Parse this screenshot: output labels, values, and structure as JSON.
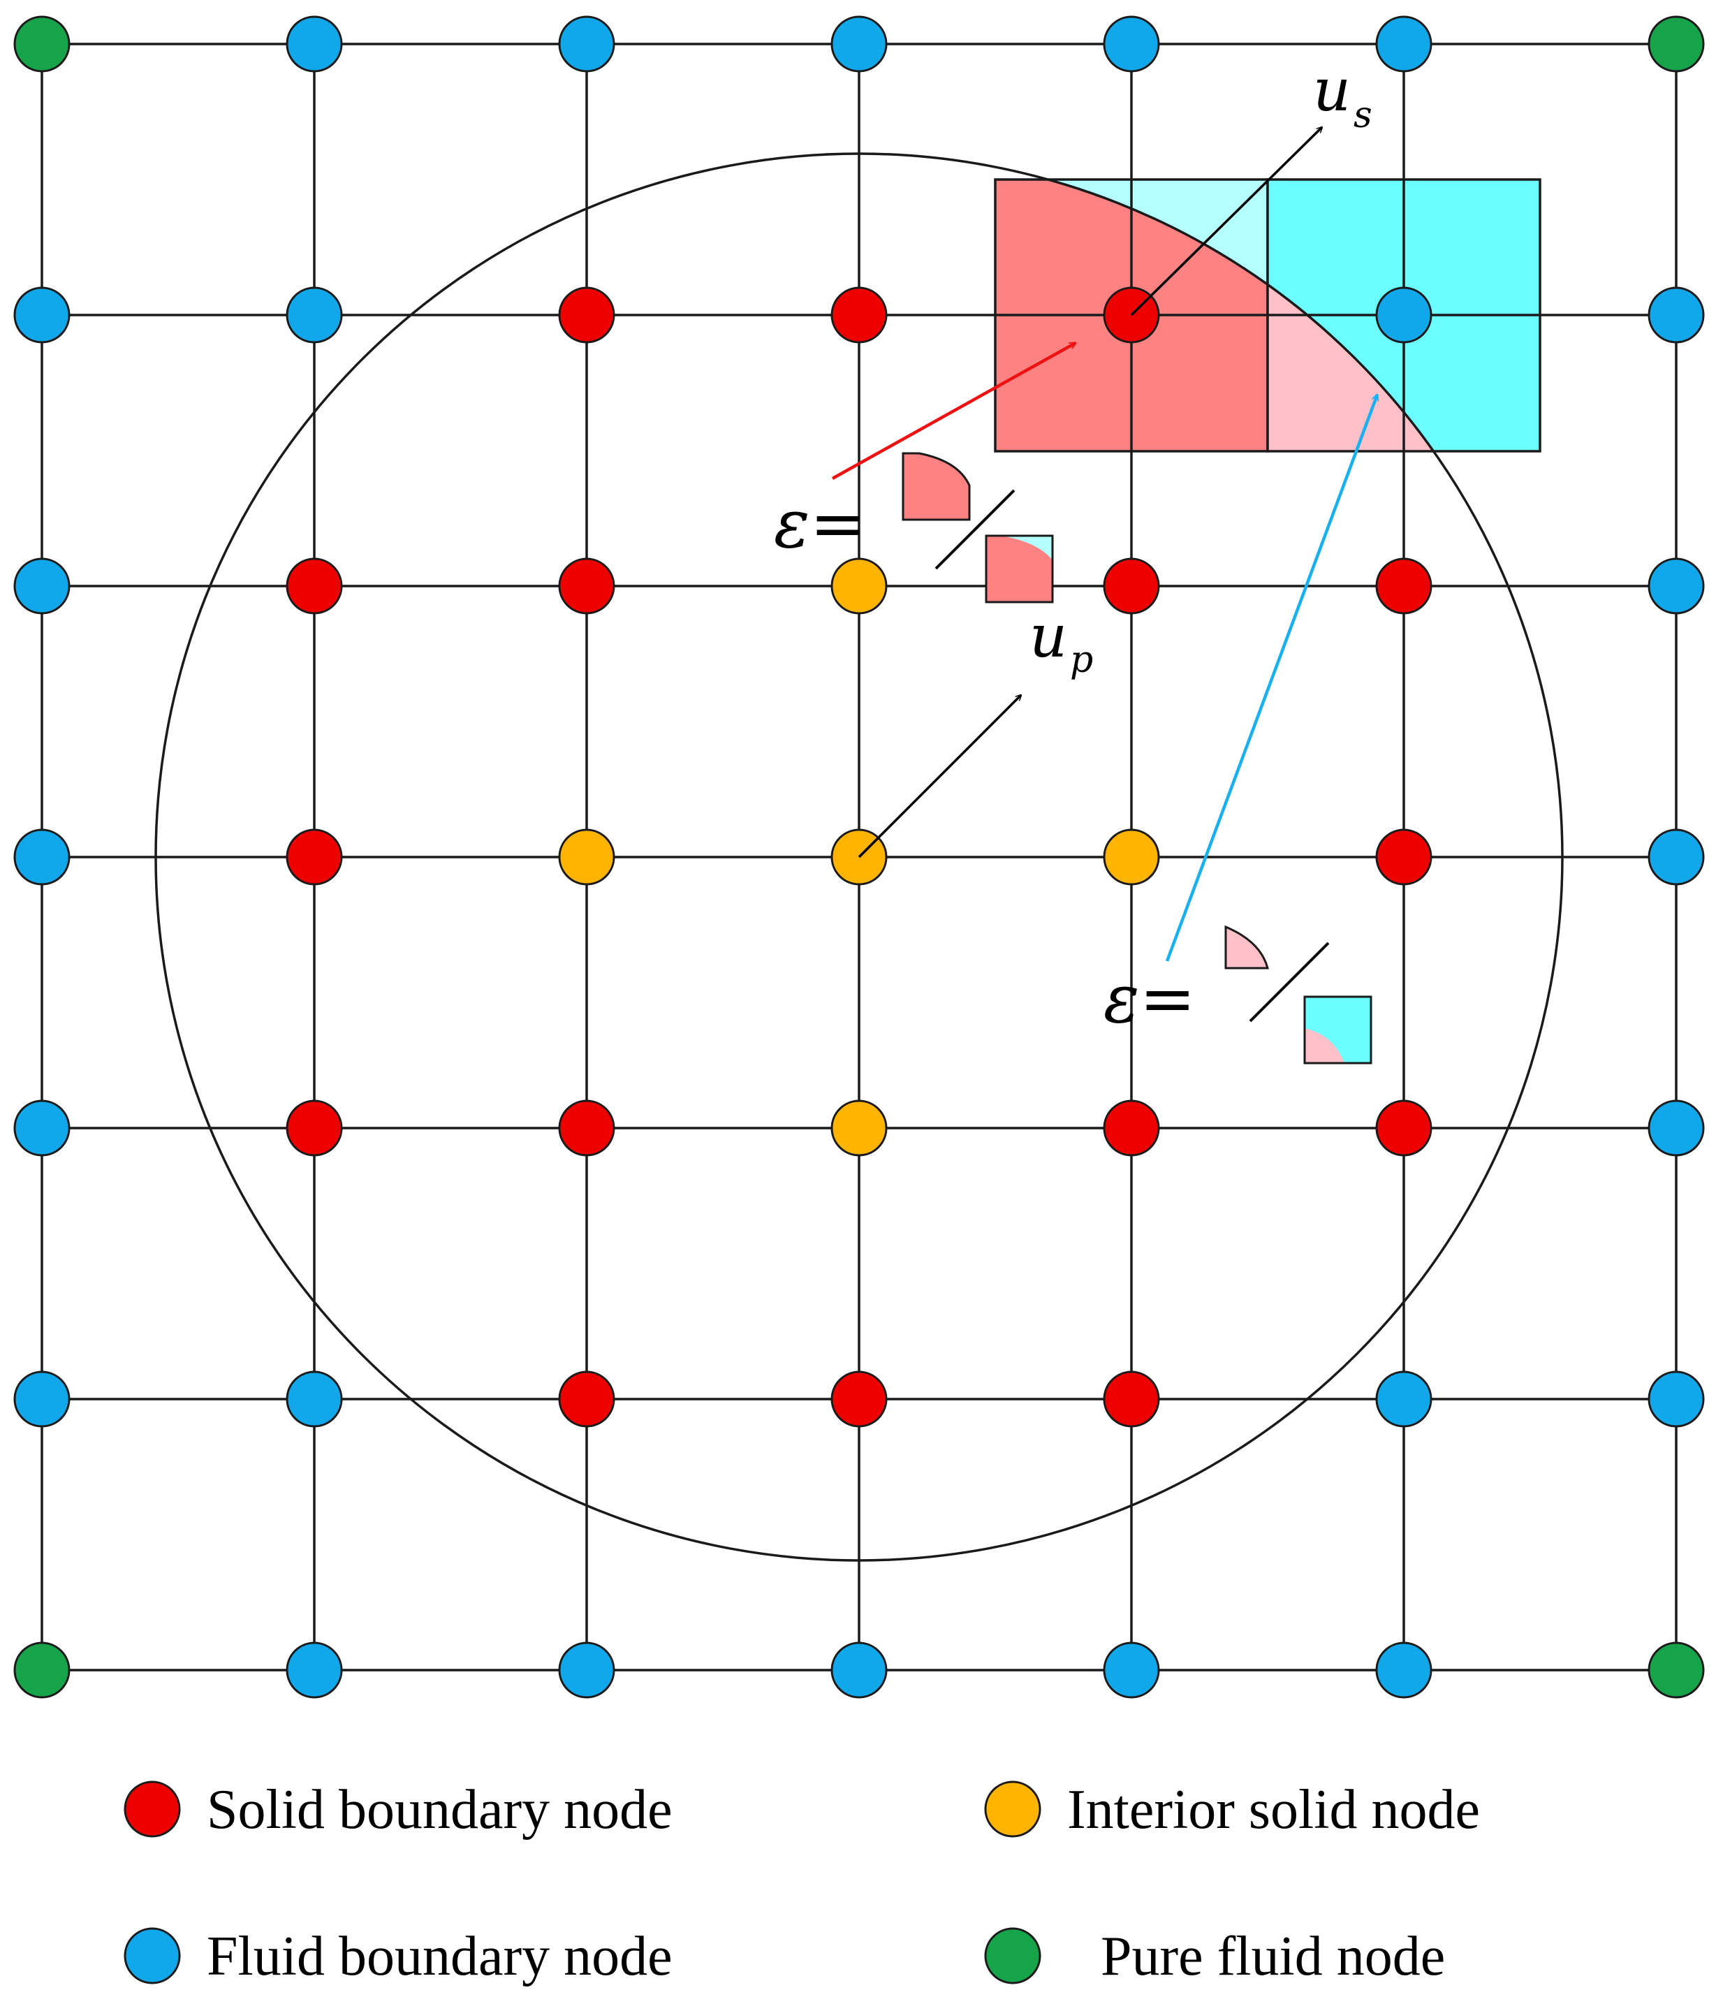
{
  "colors": {
    "solid_boundary": "#ee0000",
    "interior_solid": "#ffb400",
    "fluid_boundary": "#10a8ea",
    "pure_fluid": "#16a34a",
    "solid_cell": "#ff8282",
    "solid_cell_light": "#ffc0c8",
    "fluid_cell": "#6cffff",
    "fluid_cell_light": "#b4ffff",
    "red_arrow": "#ee1111",
    "blue_arrow": "#18b0ee"
  },
  "grid": {
    "size": 7,
    "node_types": [
      [
        "pure_fluid",
        "fluid_boundary",
        "fluid_boundary",
        "fluid_boundary",
        "fluid_boundary",
        "fluid_boundary",
        "pure_fluid"
      ],
      [
        "fluid_boundary",
        "fluid_boundary",
        "solid_boundary",
        "solid_boundary",
        "solid_boundary",
        "fluid_boundary",
        "fluid_boundary"
      ],
      [
        "fluid_boundary",
        "solid_boundary",
        "solid_boundary",
        "interior_solid",
        "solid_boundary",
        "solid_boundary",
        "fluid_boundary"
      ],
      [
        "fluid_boundary",
        "solid_boundary",
        "interior_solid",
        "interior_solid",
        "interior_solid",
        "solid_boundary",
        "fluid_boundary"
      ],
      [
        "fluid_boundary",
        "solid_boundary",
        "solid_boundary",
        "interior_solid",
        "solid_boundary",
        "solid_boundary",
        "fluid_boundary"
      ],
      [
        "fluid_boundary",
        "fluid_boundary",
        "solid_boundary",
        "solid_boundary",
        "solid_boundary",
        "fluid_boundary",
        "fluid_boundary"
      ],
      [
        "pure_fluid",
        "fluid_boundary",
        "fluid_boundary",
        "fluid_boundary",
        "fluid_boundary",
        "fluid_boundary",
        "pure_fluid"
      ]
    ]
  },
  "labels": {
    "u_s_main": "u",
    "u_s_sub": "s",
    "u_p_main": "u",
    "u_p_sub": "p",
    "epsilon_eq": "ε="
  },
  "legend": {
    "solid_boundary": "Solid boundary node",
    "interior_solid": "Interior solid node",
    "fluid_boundary": "Fluid boundary node",
    "pure_fluid": "Pure fluid node"
  }
}
